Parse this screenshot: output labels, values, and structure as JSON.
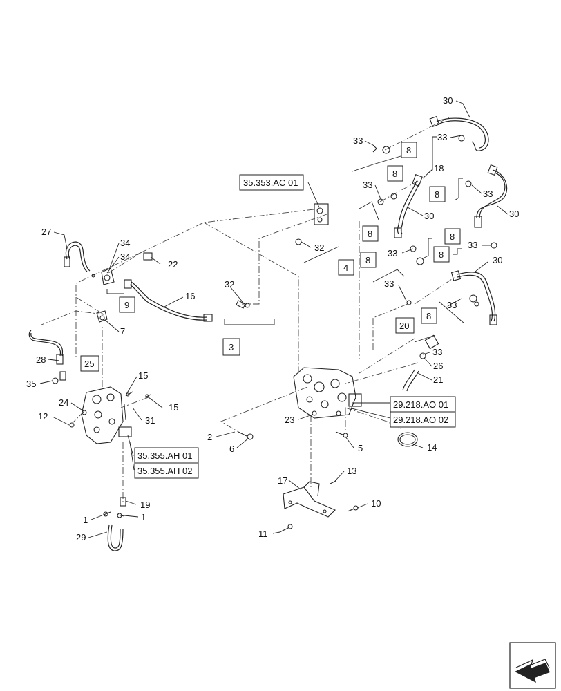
{
  "diagram": {
    "callouts": {
      "c30a": "30",
      "c33a": "33",
      "c33b": "33",
      "c18": "18",
      "c33c": "33",
      "c30b": "30",
      "c33d": "33",
      "c30c": "30",
      "c33e": "33",
      "c33f": "33",
      "c30d": "30",
      "c33g": "33",
      "c33h": "33",
      "c33i": "33",
      "c26": "26",
      "c21": "21",
      "c32a": "32",
      "c32b": "32",
      "c27": "27",
      "c34a": "34",
      "c34b": "34",
      "c22": "22",
      "c16": "16",
      "c7": "7",
      "c28": "28",
      "c35": "35",
      "c15a": "15",
      "c15b": "15",
      "c24": "24",
      "c12": "12",
      "c31": "31",
      "c23": "23",
      "c2": "2",
      "c6": "6",
      "c5": "5",
      "c14": "14",
      "c17": "17",
      "c13": "13",
      "c10": "10",
      "c11": "11",
      "c19": "19",
      "c1a": "1",
      "c1b": "1",
      "c29": "29"
    },
    "boxes": {
      "b8a": "8",
      "b8b": "8",
      "b8c": "8",
      "b8d": "8",
      "b8e": "8",
      "b8f": "8",
      "b8g": "8",
      "b8h": "8",
      "b4": "4",
      "b3": "3",
      "b9": "9",
      "b25": "25",
      "b20": "20"
    },
    "refs": {
      "r35353": "35.353.AC 01",
      "r29218a": "29.218.AO 01",
      "r29218b": "29.218.AO 02",
      "r35355a": "35.355.AH 01",
      "r35355b": "35.355.AH 02"
    },
    "nav_icon": "next-page-arrow-icon"
  }
}
